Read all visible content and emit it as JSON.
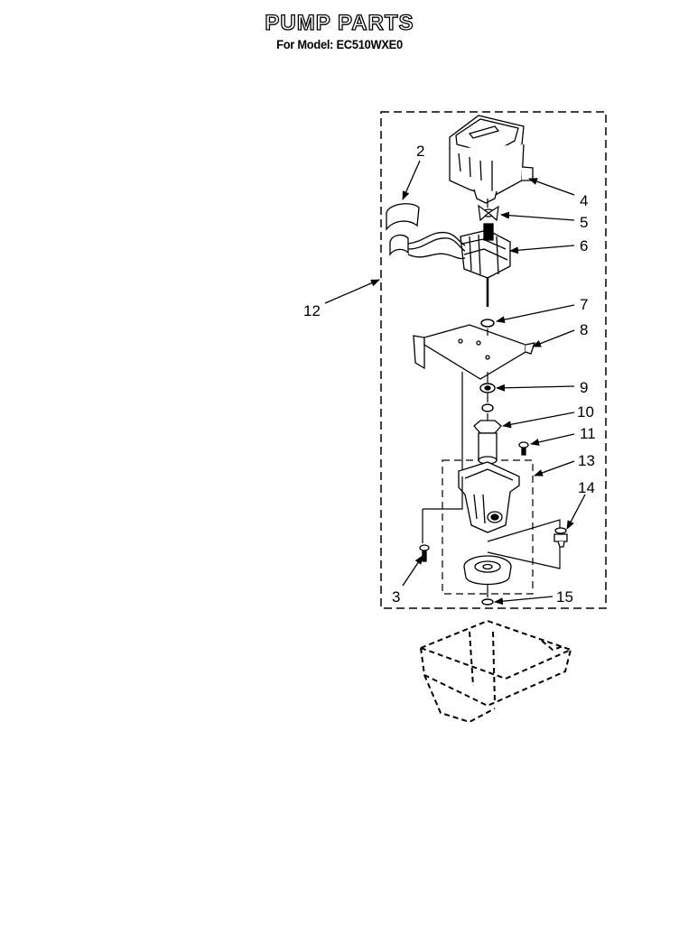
{
  "title": "PUMP PARTS",
  "subtitle": "For Model: EC510WXE0",
  "callouts": [
    {
      "id": "2",
      "label": "2"
    },
    {
      "id": "3",
      "label": "3"
    },
    {
      "id": "4",
      "label": "4"
    },
    {
      "id": "5",
      "label": "5"
    },
    {
      "id": "6",
      "label": "6"
    },
    {
      "id": "7",
      "label": "7"
    },
    {
      "id": "8",
      "label": "8"
    },
    {
      "id": "9",
      "label": "9"
    },
    {
      "id": "10",
      "label": "10"
    },
    {
      "id": "11",
      "label": "11"
    },
    {
      "id": "12",
      "label": "12"
    },
    {
      "id": "13",
      "label": "13"
    },
    {
      "id": "14",
      "label": "14"
    },
    {
      "id": "15",
      "label": "15"
    }
  ]
}
